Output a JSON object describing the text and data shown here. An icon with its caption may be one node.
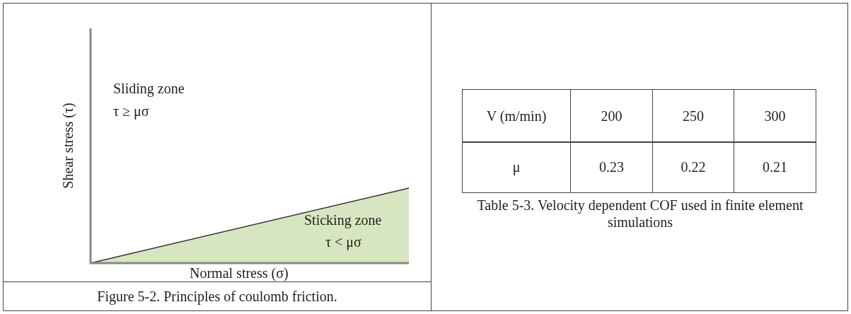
{
  "diagram": {
    "labels": [
      "Shear stress (τ)",
      "Sliding zone",
      "τ ≥ μσ",
      "V (m/min)",
      "200",
      "250",
      "300",
      "μ",
      "0.23",
      "0.22",
      "0.21",
      "Sticking zone",
      "τ < μσ",
      "Table 5-3. Velocity dependent COF used in finite element simulations",
      "Normal stress (σ)",
      "Figure 5-2. Principles of coulomb friction."
    ]
  }
}
